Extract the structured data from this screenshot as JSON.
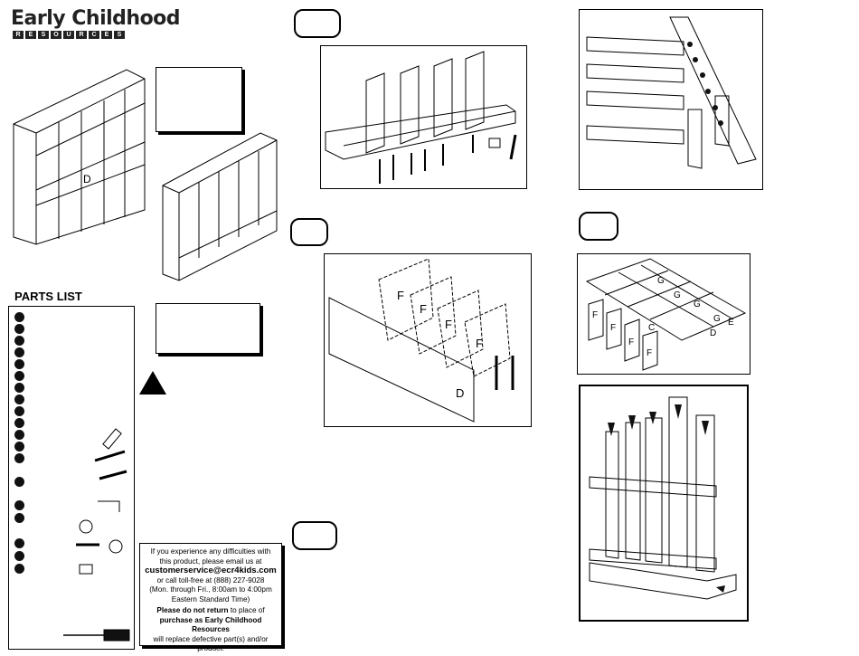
{
  "brand": {
    "name": "Early Childhood",
    "sub": "RESOURCES"
  },
  "parts": {
    "title": "PARTS LIST"
  },
  "labels": {
    "D": "D",
    "F": "F",
    "G": "G",
    "C": "C",
    "E": "E"
  },
  "contact": {
    "line1": "If you experience any difficulties with",
    "line2": "this product, please email us at",
    "email": "customerservice@ecr4kids.com",
    "line3": "or call toll-free at (888) 227-9028",
    "line4": "(Mon. through Fri., 8:00am to 4:00pm",
    "line5": "Eastern Standard Time)",
    "bold1": "Please do not return",
    "line6": " to place of",
    "bold2": "purchase as Early Childhood Resources",
    "line7": "will replace defective part(s) and/or",
    "line8": "product."
  }
}
